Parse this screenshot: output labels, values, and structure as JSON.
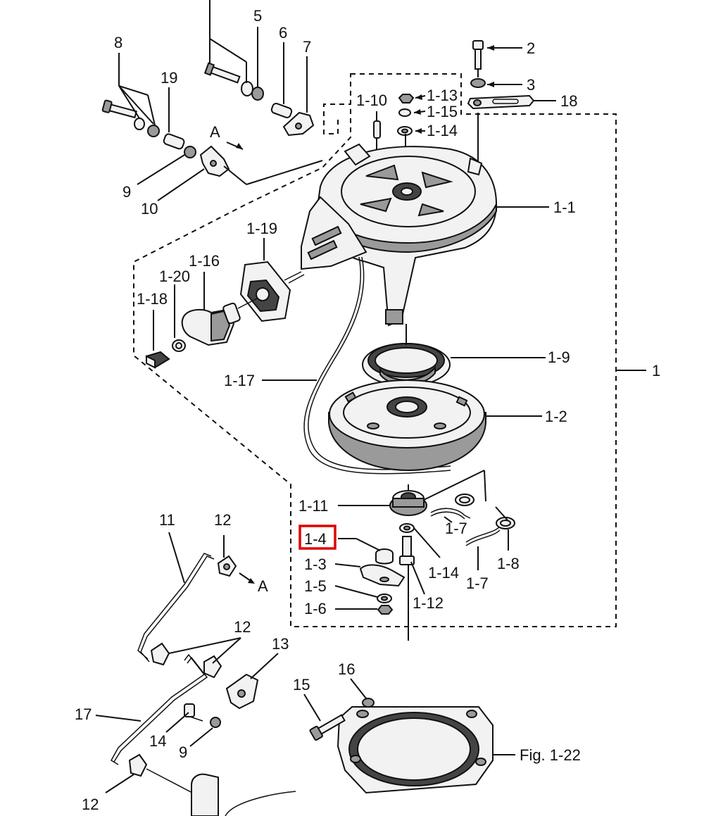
{
  "labels": {
    "l5": "5",
    "l6": "6",
    "l7": "7",
    "l8": "8",
    "l19": "19",
    "l9": "9",
    "l10": "10",
    "lA1": "A",
    "l2": "2",
    "l3": "3",
    "l18": "18",
    "l1_10": "1-10",
    "l1_13": "1-13",
    "l1_15": "1-15",
    "l1_14a": "1-14",
    "l1_1": "1-1",
    "l1_19": "1-19",
    "l1_16": "1-16",
    "l1_20": "1-20",
    "l1_18": "1-18",
    "l1_9": "1-9",
    "l1": "1",
    "l1_17": "1-17",
    "l1_2": "1-2",
    "l1_11": "1-11",
    "l1_7a": "1-7",
    "l1_8": "1-8",
    "l1_4": "1-4",
    "l1_14b": "1-14",
    "l1_7b": "1-7",
    "l1_3": "1-3",
    "l1_5": "1-5",
    "l1_6": "1-6",
    "l1_12": "1-12",
    "l11": "11",
    "l12a": "12",
    "lA2": "A",
    "l12b": "12",
    "l13": "13",
    "l17": "17",
    "l14": "14",
    "l9b": "9",
    "l12c": "12",
    "l15": "15",
    "l16": "16",
    "lfig": "Fig. 1-22"
  },
  "highlight": {
    "label": "1-4",
    "color": "#e00000"
  }
}
